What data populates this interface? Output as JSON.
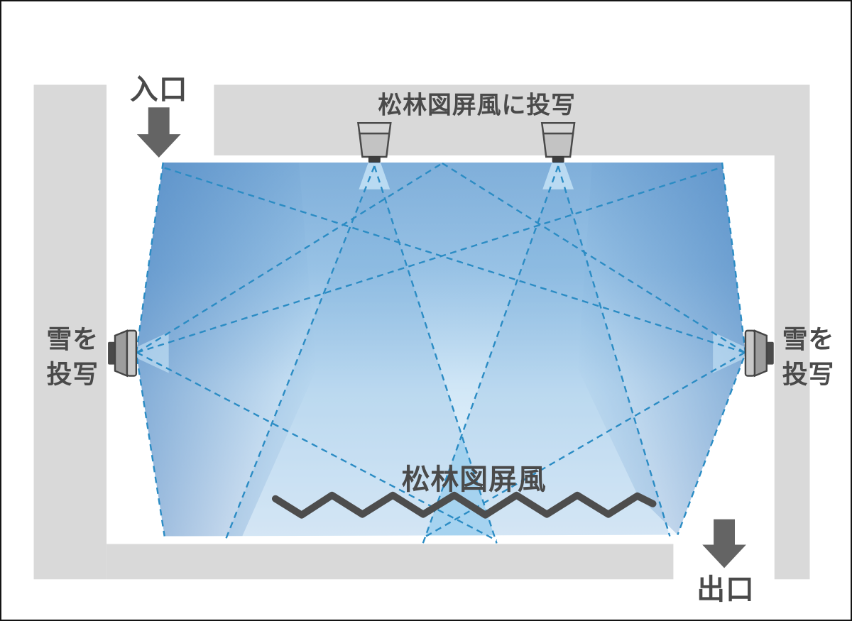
{
  "diagram": {
    "labels": {
      "entrance": "入口",
      "exit": "出口",
      "ceiling_projection": "松林図屏風に投写",
      "snow_left_line1": "雪を",
      "snow_left_line2": "投写",
      "snow_right_line1": "雪を",
      "snow_right_line2": "投写",
      "screen": "松林図屏風"
    },
    "colors": {
      "wall": "#d9d9d9",
      "ink": "#4a4a4a",
      "arrow": "#646464",
      "beam_dash": "#2b8cc4",
      "blue_top": "#96c2e6",
      "blue_bottom": "#f3f9fe",
      "flank_shade": "#3a76b9",
      "overlap_highlight": "#9fd2f0",
      "projector_body": "#c3c3c3",
      "lens": "#3d3d3d"
    },
    "projectors": {
      "ceiling_count": 2,
      "side_count": 2,
      "ceiling_names": [
        "ceiling-projector-left",
        "ceiling-projector-right"
      ],
      "side_names": [
        "left-wall-projector",
        "right-wall-projector"
      ]
    }
  }
}
